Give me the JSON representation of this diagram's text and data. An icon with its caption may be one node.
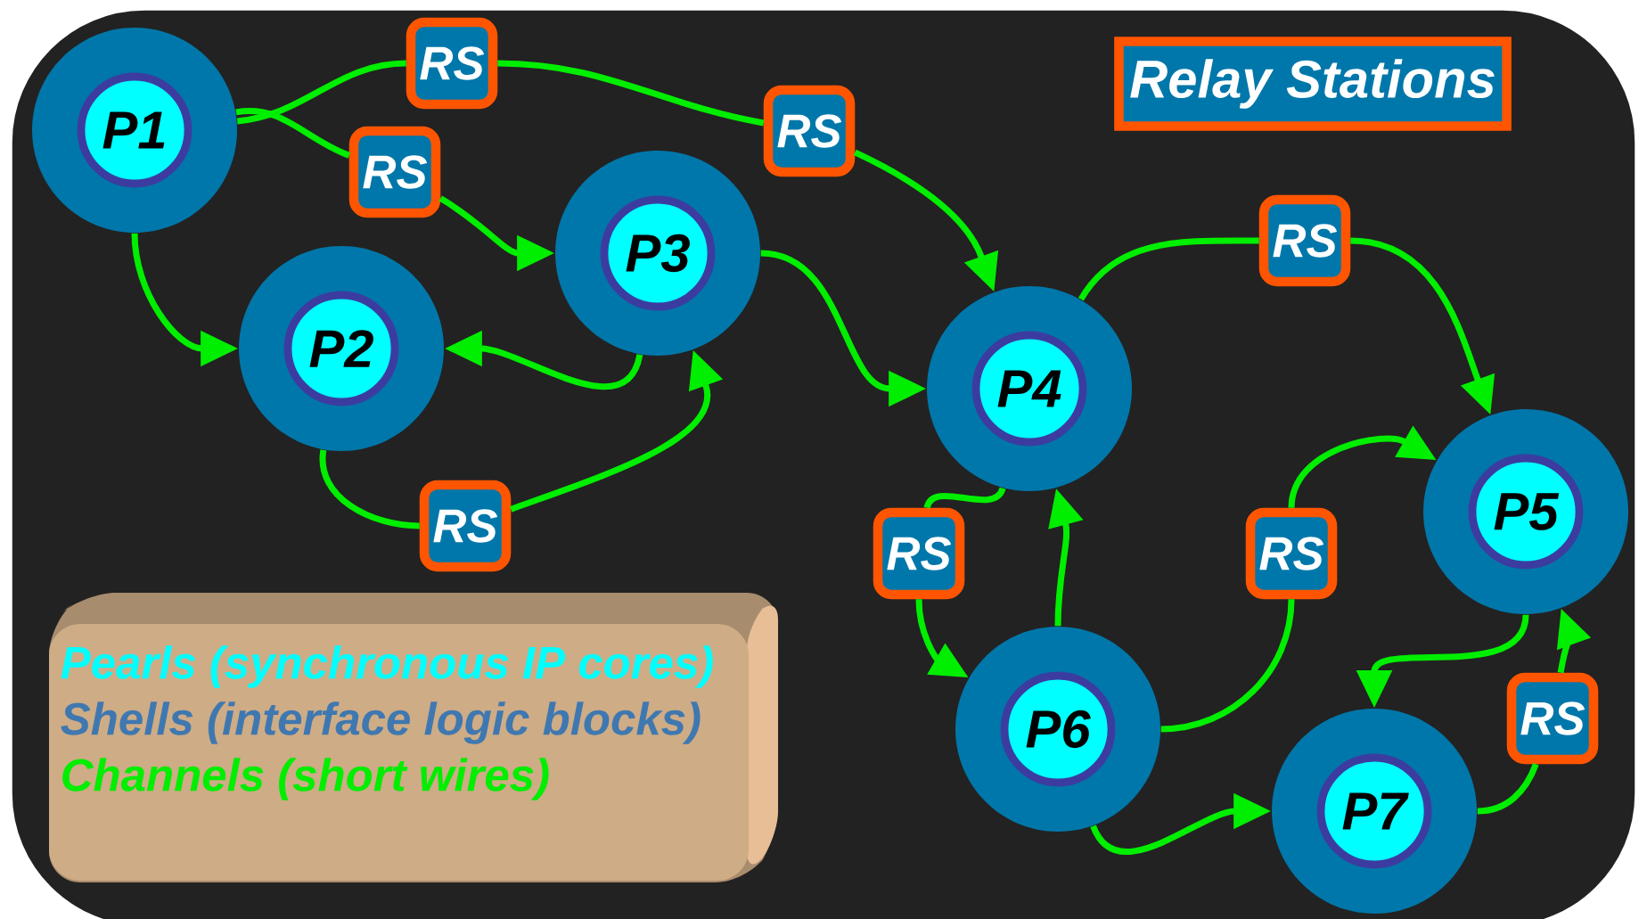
{
  "diagram": {
    "nodes": [
      {
        "text": [],
        "shape": "circle"
      },
      {
        "text": [
          "P1"
        ],
        "in": 0
      },
      {
        "text": [],
        "shape": "circle"
      },
      {
        "text": [
          "P2"
        ],
        "in": 2
      },
      {
        "text": [],
        "shape": "circle"
      },
      {
        "text": [
          "P3"
        ],
        "in": 4
      },
      {
        "text": [],
        "shape": "circle"
      },
      {
        "text": [
          "P4"
        ],
        "in": 6
      },
      {
        "text": [],
        "shape": "circle"
      },
      {
        "text": [
          "P5"
        ],
        "in": 8
      },
      {
        "text": [],
        "shape": "circle"
      },
      {
        "text": [
          "P6"
        ],
        "in": 10
      },
      {
        "text": [],
        "shape": "circle"
      },
      {
        "text": [
          "P7"
        ],
        "in": 12
      },
      {
        "text": [
          "RS"
        ]
      },
      {
        "text": [
          "RS"
        ]
      },
      {
        "text": [
          "RS"
        ]
      },
      {
        "text": [
          "RS"
        ]
      },
      {
        "text": [
          "RS"
        ]
      },
      {
        "text": [
          "RS"
        ]
      },
      {
        "text": [
          "RS"
        ]
      },
      {
        "text": [
          "RS"
        ]
      },
      {
        "text": [
          "Relay Stations"
        ]
      }
    ],
    "edges": [
      {
        "from": 0,
        "to": 14,
        "arrow": "none"
      },
      {
        "from": 14,
        "to": 15,
        "arrow": "none"
      },
      {
        "from": 15,
        "to": 6,
        "arrow": "to"
      },
      {
        "from": 0,
        "to": 16,
        "arrow": "none"
      },
      {
        "from": 16,
        "to": 4,
        "arrow": "to"
      },
      {
        "from": 0,
        "to": 2,
        "arrow": "to"
      },
      {
        "from": 4,
        "to": 2,
        "arrow": "to"
      },
      {
        "from": 2,
        "to": 17,
        "arrow": "none"
      },
      {
        "from": 17,
        "to": 4,
        "arrow": "to"
      },
      {
        "from": 4,
        "to": 6,
        "arrow": "to"
      },
      {
        "from": 6,
        "to": 18,
        "arrow": "none"
      },
      {
        "from": 18,
        "to": 8,
        "arrow": "to"
      },
      {
        "from": 6,
        "to": 19,
        "arrow": "none"
      },
      {
        "from": 19,
        "to": 10,
        "arrow": "to"
      },
      {
        "from": 10,
        "to": 6,
        "arrow": "to"
      },
      {
        "from": 10,
        "to": 20,
        "arrow": "none"
      },
      {
        "from": 20,
        "to": 8,
        "arrow": "to"
      },
      {
        "from": 8,
        "to": 12,
        "arrow": "to"
      },
      {
        "from": 10,
        "to": 12,
        "arrow": "to"
      },
      {
        "from": 12,
        "to": 21,
        "arrow": "none"
      },
      {
        "from": 21,
        "to": 8,
        "arrow": "to"
      }
    ],
    "legend": [
      {
        "text": "Pearls (synchronous IP cores)",
        "color": "#00ffff"
      },
      {
        "text": "Shells (interface logic blocks)",
        "color": "#3f78b0"
      },
      {
        "text": "Channels (short wires)",
        "color": "#00ee00"
      }
    ]
  }
}
